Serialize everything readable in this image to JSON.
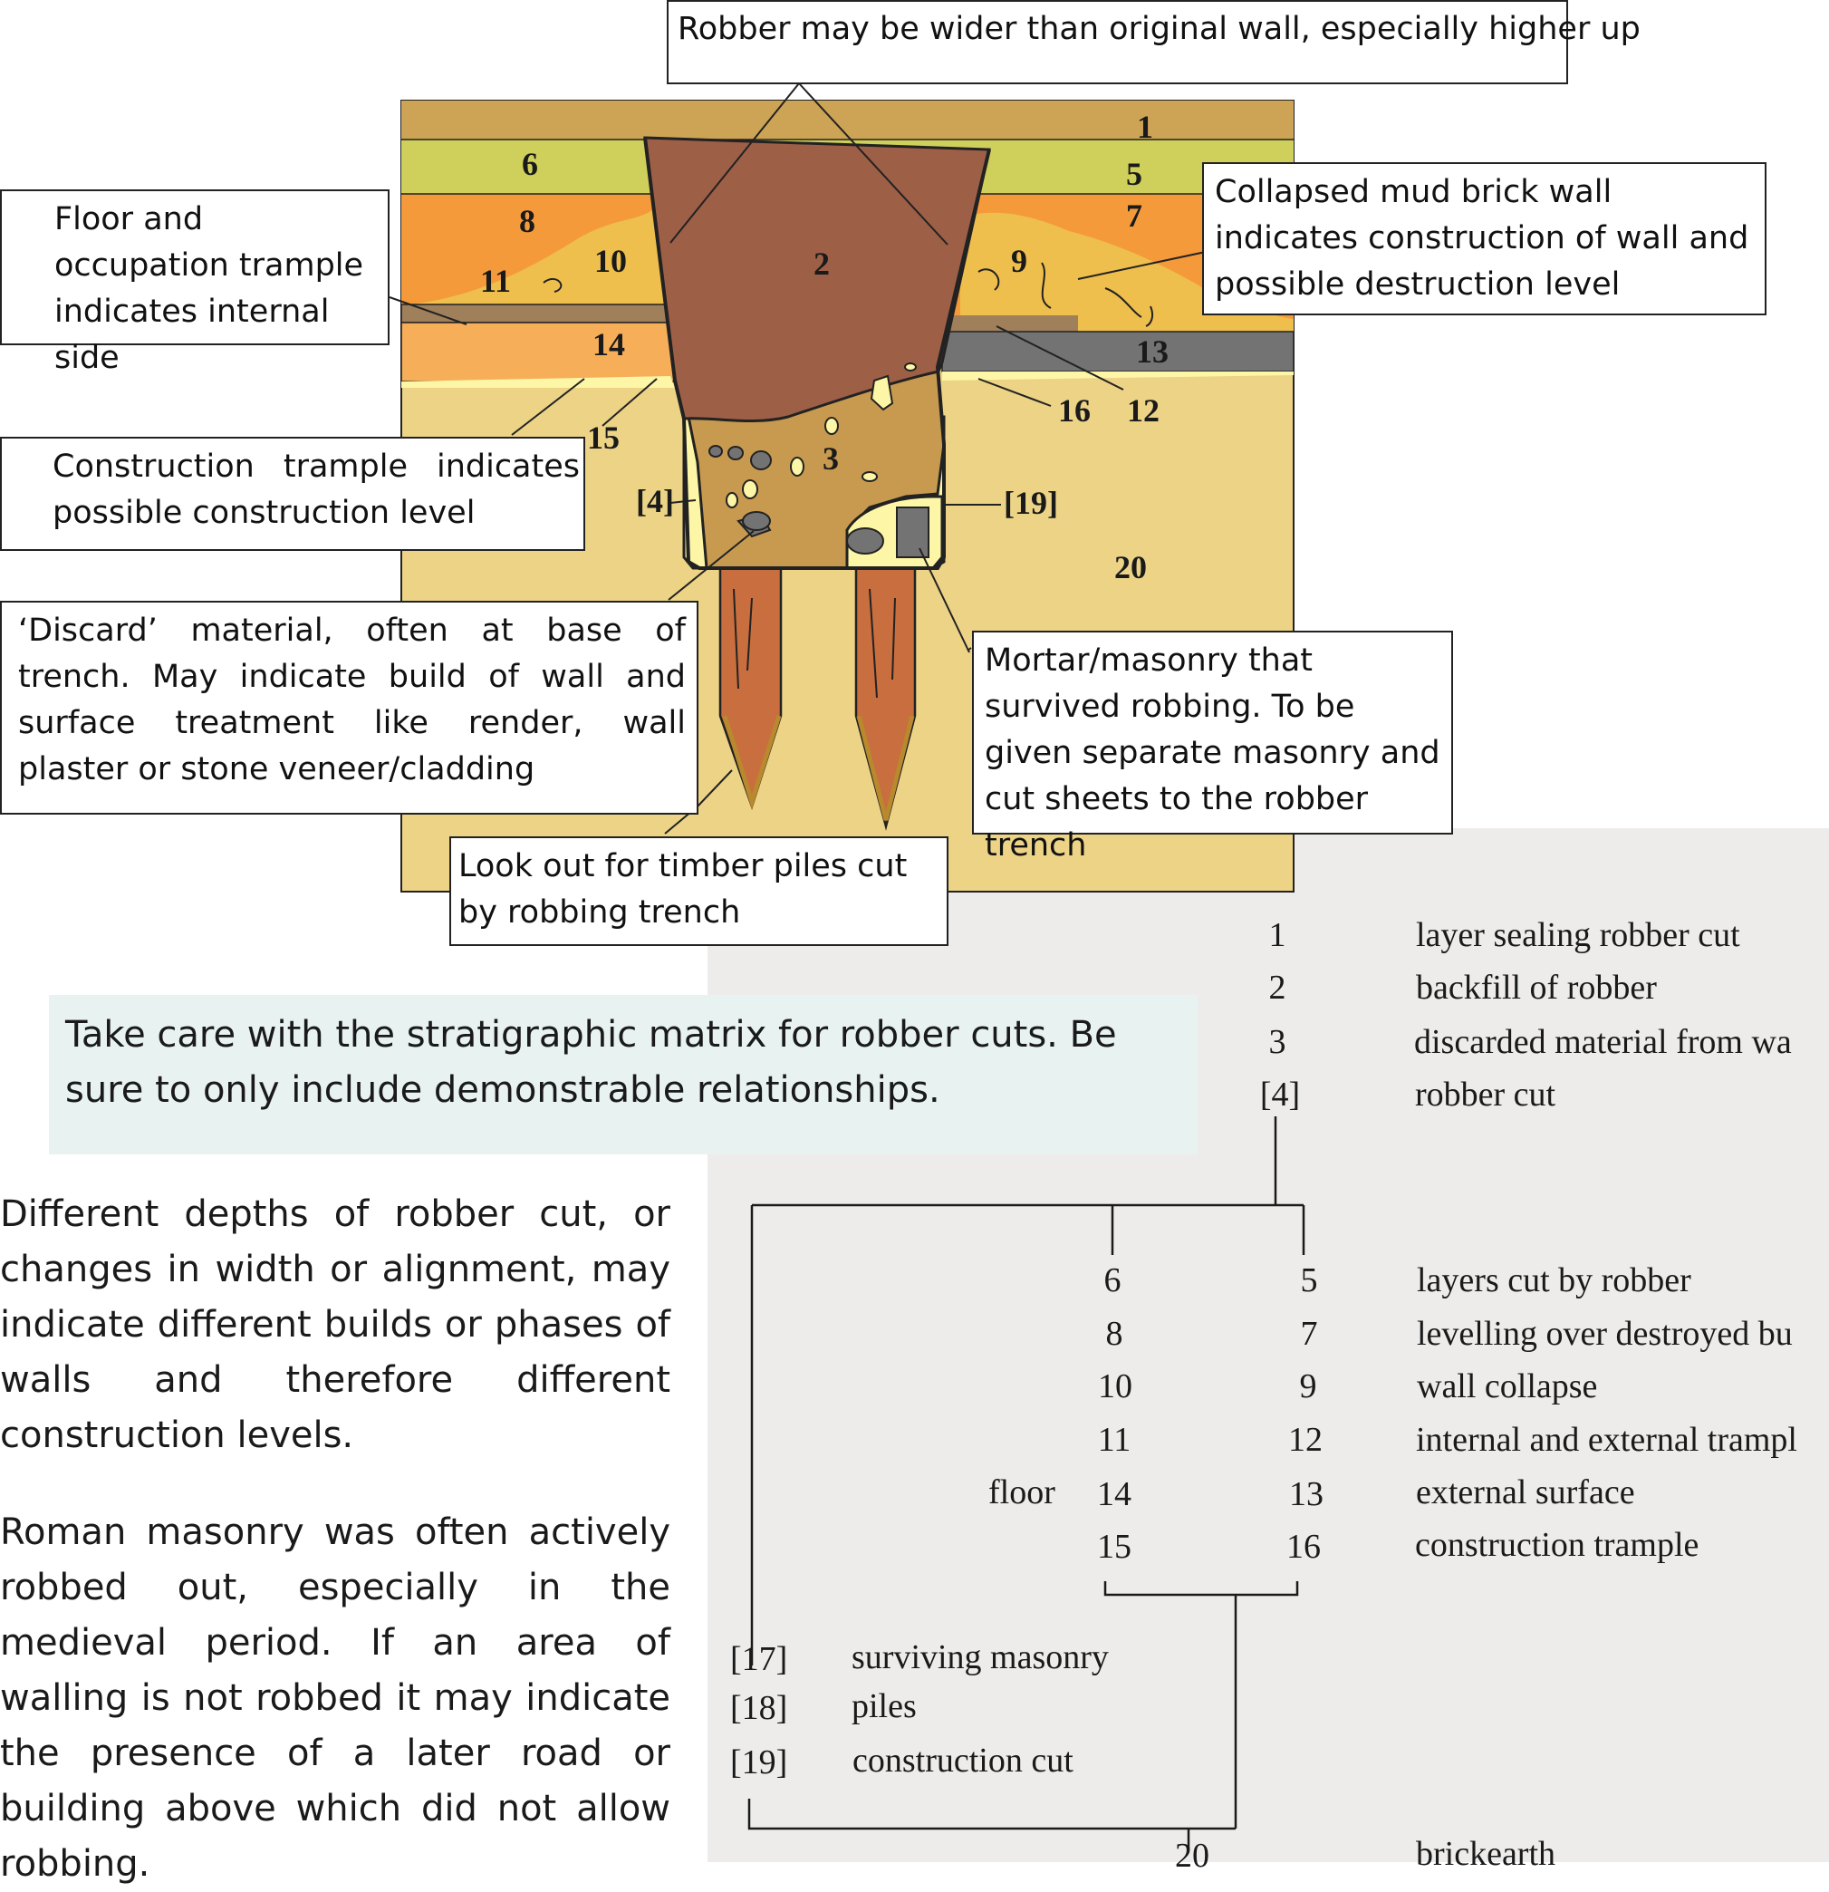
{
  "callouts": {
    "robber_wider": "Robber may be wider than original wall, especially higher up",
    "floor": "Floor and occupation trample indicates internal side",
    "collapsed": "Collapsed mud brick wall indicates construction of wall and possible destruction level",
    "construction_trample": "Construction trample indicates possible construction level",
    "discard": "‘Discard’ material, often at base of trench. May indicate build of wall and surface treatment like render, wall plaster or stone veneer/cladding",
    "mortar": "Mortar/masonry that survived robbing. To be given separate masonry and cut sheets to the robber trench",
    "timber": "Look out for timber piles cut by robbing trench"
  },
  "section_labels": {
    "l1": "1",
    "l5": "5",
    "l6": "6",
    "l7": "7",
    "l8": "8",
    "l9": "9",
    "l10": "10",
    "l11": "11",
    "l2": "2",
    "l13": "13",
    "l14": "14",
    "l15": "15",
    "l16": "16",
    "l12": "12",
    "l3": "3",
    "l4": "[4]",
    "l19": "[19]",
    "l20": "20"
  },
  "colors": {
    "topsoil": "#cda455",
    "green_layer": "#cfcf5c",
    "orange_layer": "#f59a3a",
    "collapse": "#eebf4d",
    "robber_backfill": "#9e5f47",
    "discard_fill": "#c89a50",
    "natural": "#ecd386",
    "gray_surface": "#737373",
    "trample": "#fdf6a6",
    "timber": "#c96e3e"
  },
  "note": "Take care with the stratigraphic matrix for robber cuts. Be sure to only include demonstrable relationships.",
  "paragraphs": [
    "Different depths of robber cut, or changes in width or alignment, may indicate different builds or phases of walls and therefore different construction levels.",
    "Roman masonry was often actively robbed out, especially in the medieval period. If an area of walling is not robbed it may indicate the presence of a later road or building above which did not allow robbing."
  ],
  "matrix": {
    "top": [
      {
        "num": "1",
        "desc": "layer sealing robber cut"
      },
      {
        "num": "2",
        "desc": "backfill of robber"
      },
      {
        "num": "3",
        "desc": "discarded material from wa"
      },
      {
        "num": "[4]",
        "desc": "robber cut"
      }
    ],
    "cut_layers": [
      {
        "left": "6",
        "right": "5",
        "desc": "layers cut by robber"
      },
      {
        "left": "8",
        "right": "7",
        "desc": "levelling over destroyed bu"
      },
      {
        "left": "10",
        "right": "9",
        "desc": "wall collapse"
      },
      {
        "left": "11",
        "right": "12",
        "desc": "internal and external trampl"
      },
      {
        "left": "14",
        "right": "13",
        "desc": "external surface",
        "prefix": "floor"
      },
      {
        "left": "15",
        "right": "16",
        "desc": "construction trample"
      }
    ],
    "lower": [
      {
        "num": "[17]",
        "desc": "surviving masonry"
      },
      {
        "num": "[18]",
        "desc": "piles"
      },
      {
        "num": "[19]",
        "desc": "construction cut"
      }
    ],
    "bottom": {
      "num": "20",
      "desc": "brickearth"
    }
  }
}
